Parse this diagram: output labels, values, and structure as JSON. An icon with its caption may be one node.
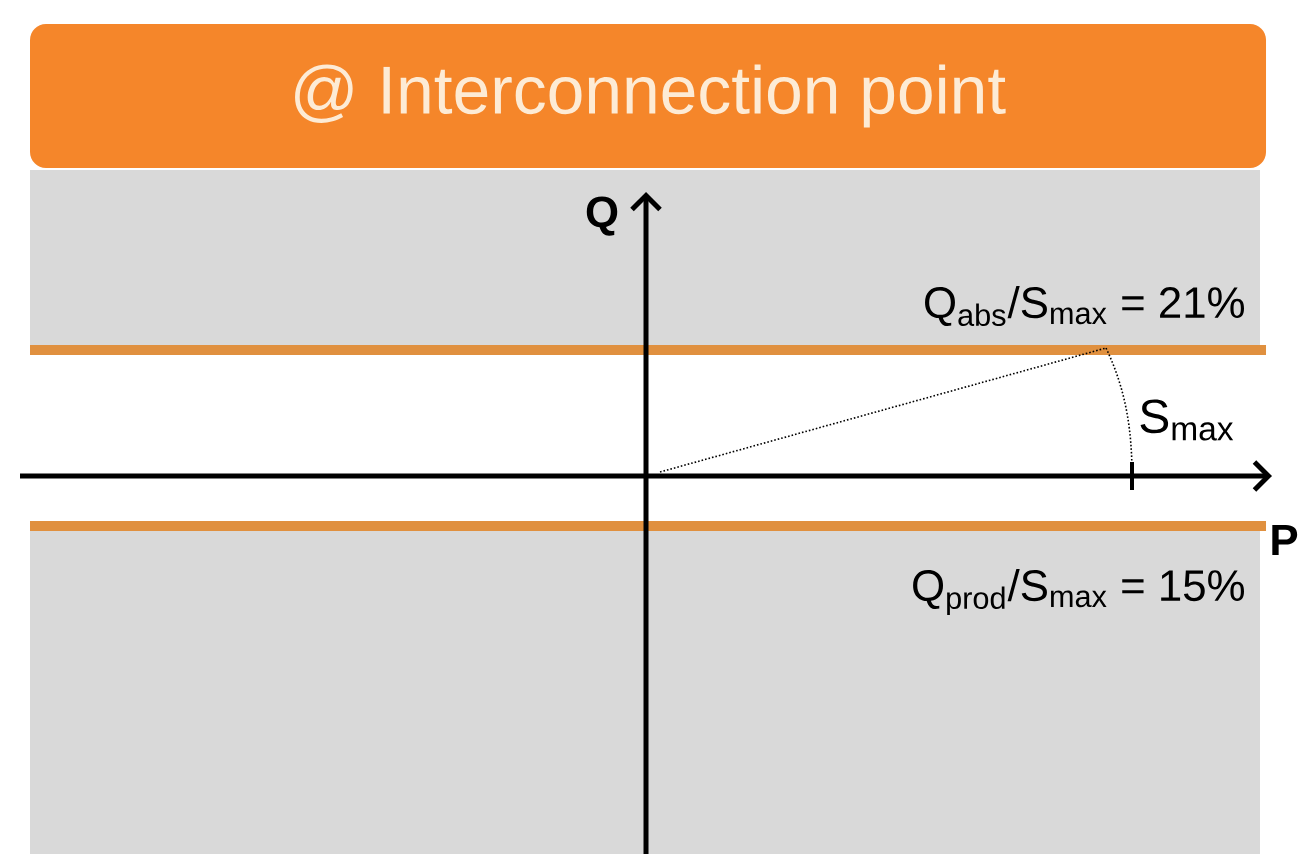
{
  "diagram": {
    "title": "@ Interconnection point",
    "labels": [
      "Q",
      "Q$_{abs}$/S$_{max}$ = 21%",
      "S$_{max}$",
      "P",
      "Q$_{prod}$/S$_{max}$ = 15%"
    ]
  }
}
